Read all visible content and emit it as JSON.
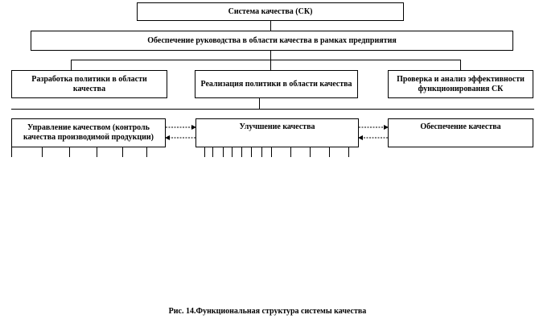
{
  "diagram": {
    "root": "Система качества (СК)",
    "management": "Обеспечение руководства в области качества в рамках предприятия",
    "level2": [
      "Разработка политики в области качества",
      "Реализация политики в области качества",
      "Проверка и анализ эффективности функционирования СК"
    ],
    "level3": [
      "Управление качеством (контроль качества производимой продукции)",
      "Улучшение качества",
      "Обеспечение качества"
    ]
  },
  "caption": "Рис. 14.Функциональная  структура системы качества"
}
